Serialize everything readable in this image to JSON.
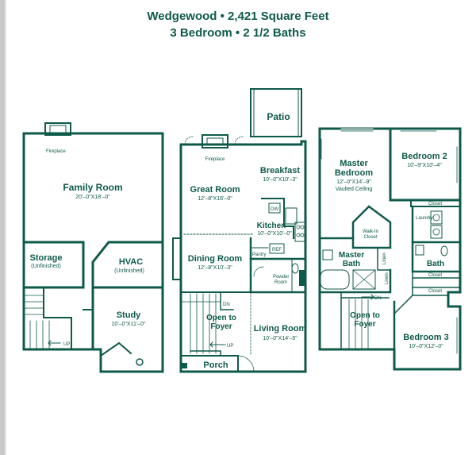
{
  "header": {
    "line1": "Wedgewood • 2,421 Square Feet",
    "line2": "3 Bedroom • 2 1/2 Baths"
  },
  "colors": {
    "ink": "#0e5a4a",
    "background": "#ffffff"
  },
  "basement": {
    "fireplace": "Fireplace",
    "family_room": {
      "name": "Family Room",
      "dims": "20'–0\"X18'–0\""
    },
    "storage": {
      "name": "Storage",
      "note": "(Unfinished)"
    },
    "hvac": {
      "name": "HVAC",
      "note": "(Unfinished)"
    },
    "study": {
      "name": "Study",
      "dims": "10'–0\"X11'–0\""
    },
    "stair_up": "UP"
  },
  "main": {
    "patio": "Patio",
    "fireplace": "Fireplace",
    "breakfast": {
      "name": "Breakfast",
      "dims": "10'–0\"X10'–3\""
    },
    "great_room": {
      "name": "Great Room",
      "dims": "12'–8\"X16'–0\""
    },
    "kitchen": {
      "name": "Kitchen",
      "dims": "10'–0\"X10'–0\""
    },
    "dw": "DW",
    "ref": "REF",
    "pantry": "Pantry",
    "dining_room": {
      "name": "Dining Room",
      "dims": "12'–8\"X10'–3\""
    },
    "powder_room": {
      "line1": "Powder",
      "line2": "Room"
    },
    "open_foyer": {
      "line1": "Open to",
      "line2": "Foyer"
    },
    "stair_dn": "DN",
    "stair_up": "UP",
    "living_room": {
      "name": "Living Room",
      "dims": "10'–0\"X14'–5\""
    },
    "porch": "Porch"
  },
  "upper": {
    "master_bedroom": {
      "line1": "Master",
      "line2": "Bedroom",
      "dims": "12'–0\"X14'–9\"",
      "note": "Vaulted Ceiling"
    },
    "bedroom2": {
      "name": "Bedroom 2",
      "dims": "10'–9\"X10'–4\""
    },
    "closet_a": "Closet",
    "laundry": "Laundry",
    "walkin": {
      "line1": "Walk-In",
      "line2": "Closet"
    },
    "master_bath": {
      "line1": "Master",
      "line2": "Bath"
    },
    "linen_a": "Linen",
    "linen_b": "Linen",
    "bath": "Bath",
    "closet_b": "Closet",
    "closet_c": "Closet",
    "stair_dn": "DN",
    "open_foyer": {
      "line1": "Open to",
      "line2": "Foyer"
    },
    "bedroom3": {
      "name": "Bedroom 3",
      "dims": "10'–0\"X12'–0\""
    }
  }
}
